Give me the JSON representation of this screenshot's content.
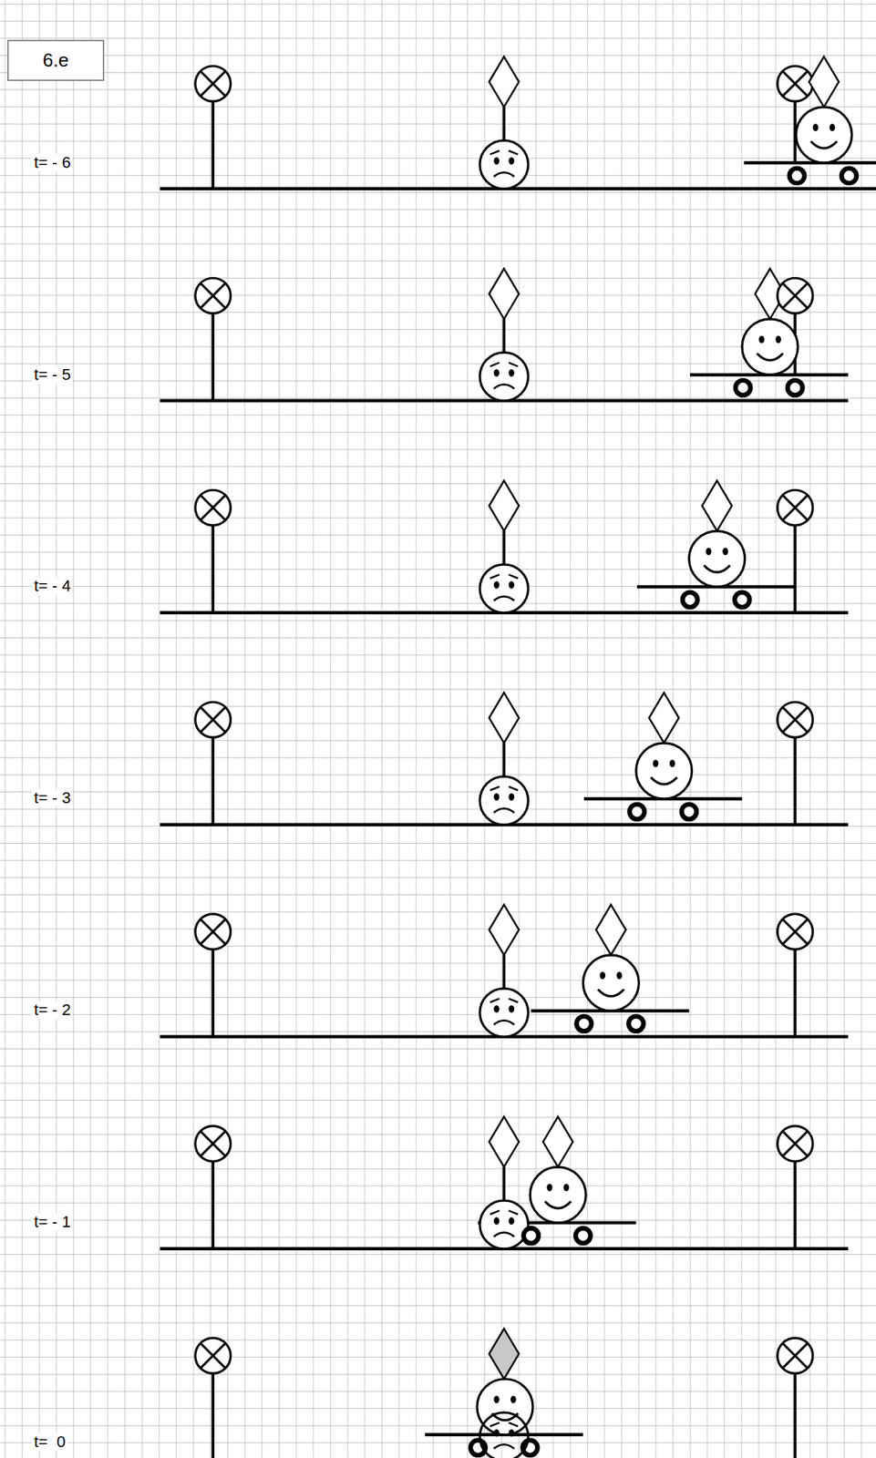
{
  "diagram": {
    "nodes": [
      {
        "text": [
          "6.e"
        ]
      }
    ],
    "labels": [
      "t= - 6",
      "t= - 5",
      "t= - 4",
      "t= - 3",
      "t= - 2",
      "t= - 1",
      "t=  0"
    ]
  }
}
